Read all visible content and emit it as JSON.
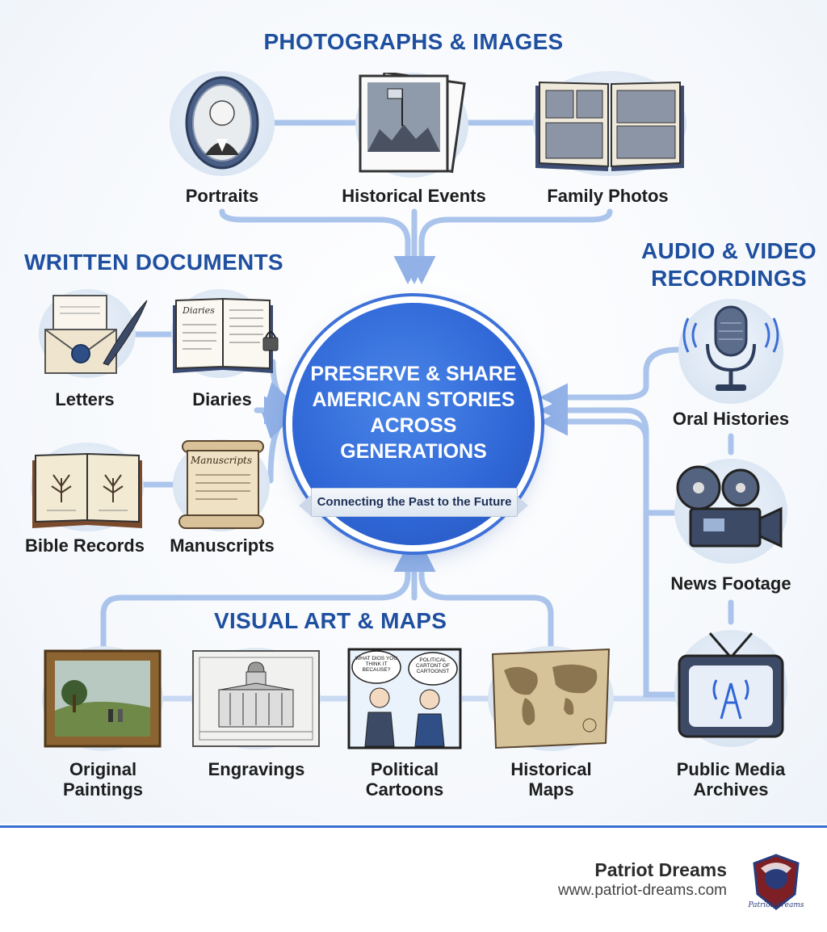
{
  "sections": {
    "photographs": "PHOTOGRAPHS & IMAGES",
    "written": "WRITTEN DOCUMENTS",
    "audio_video": [
      "AUDIO & VIDEO",
      "RECORDINGS"
    ],
    "visual_art": "VISUAL ART & MAPS"
  },
  "hub": {
    "title": "PRESERVE & SHARE AMERICAN STORIES ACROSS GENERATIONS",
    "tagline": "Connecting the Past to the Future"
  },
  "items": {
    "portraits": "Portraits",
    "historical_events": "Historical Events",
    "family_photos": "Family Photos",
    "letters": "Letters",
    "diaries": "Diaries",
    "bible_records": "Bible Records",
    "manuscripts": "Manuscripts",
    "oral_histories": "Oral Histories",
    "news_footage": "News Footage",
    "public_media_archives": [
      "Public Media",
      "Archives"
    ],
    "original_paintings": [
      "Original",
      "Paintings"
    ],
    "engravings": "Engravings",
    "political_cartoons": [
      "Political",
      "Cartoons"
    ],
    "historical_maps": [
      "Historical",
      "Maps"
    ]
  },
  "icon_text": {
    "diaries_book": "Diaries",
    "manuscripts_scroll": "Manuscripts",
    "cartoon_left_bubble": "WHAT DIOS YOU THINK IT BECAUSE?",
    "cartoon_right_bubble": "POLITICAL CARTONT OF CARTOONST"
  },
  "footer": {
    "brand": "Patriot Dreams",
    "url": "www.patriot-dreams.com",
    "logo_text": "Patriot Dreams"
  },
  "colors": {
    "title_blue": "#1f4f9f",
    "hub_blue": "#2f66d6",
    "connector": "#8fb1e8",
    "footer_rule": "#3a6fd2"
  },
  "icons": [
    "portrait-icon",
    "historical-event-photo-icon",
    "family-album-icon",
    "letter-quill-icon",
    "diary-icon",
    "bible-icon",
    "manuscript-scroll-icon",
    "microphone-icon",
    "film-camera-icon",
    "tv-broadcast-icon",
    "painting-icon",
    "engraving-icon",
    "cartoon-icon",
    "map-icon"
  ]
}
